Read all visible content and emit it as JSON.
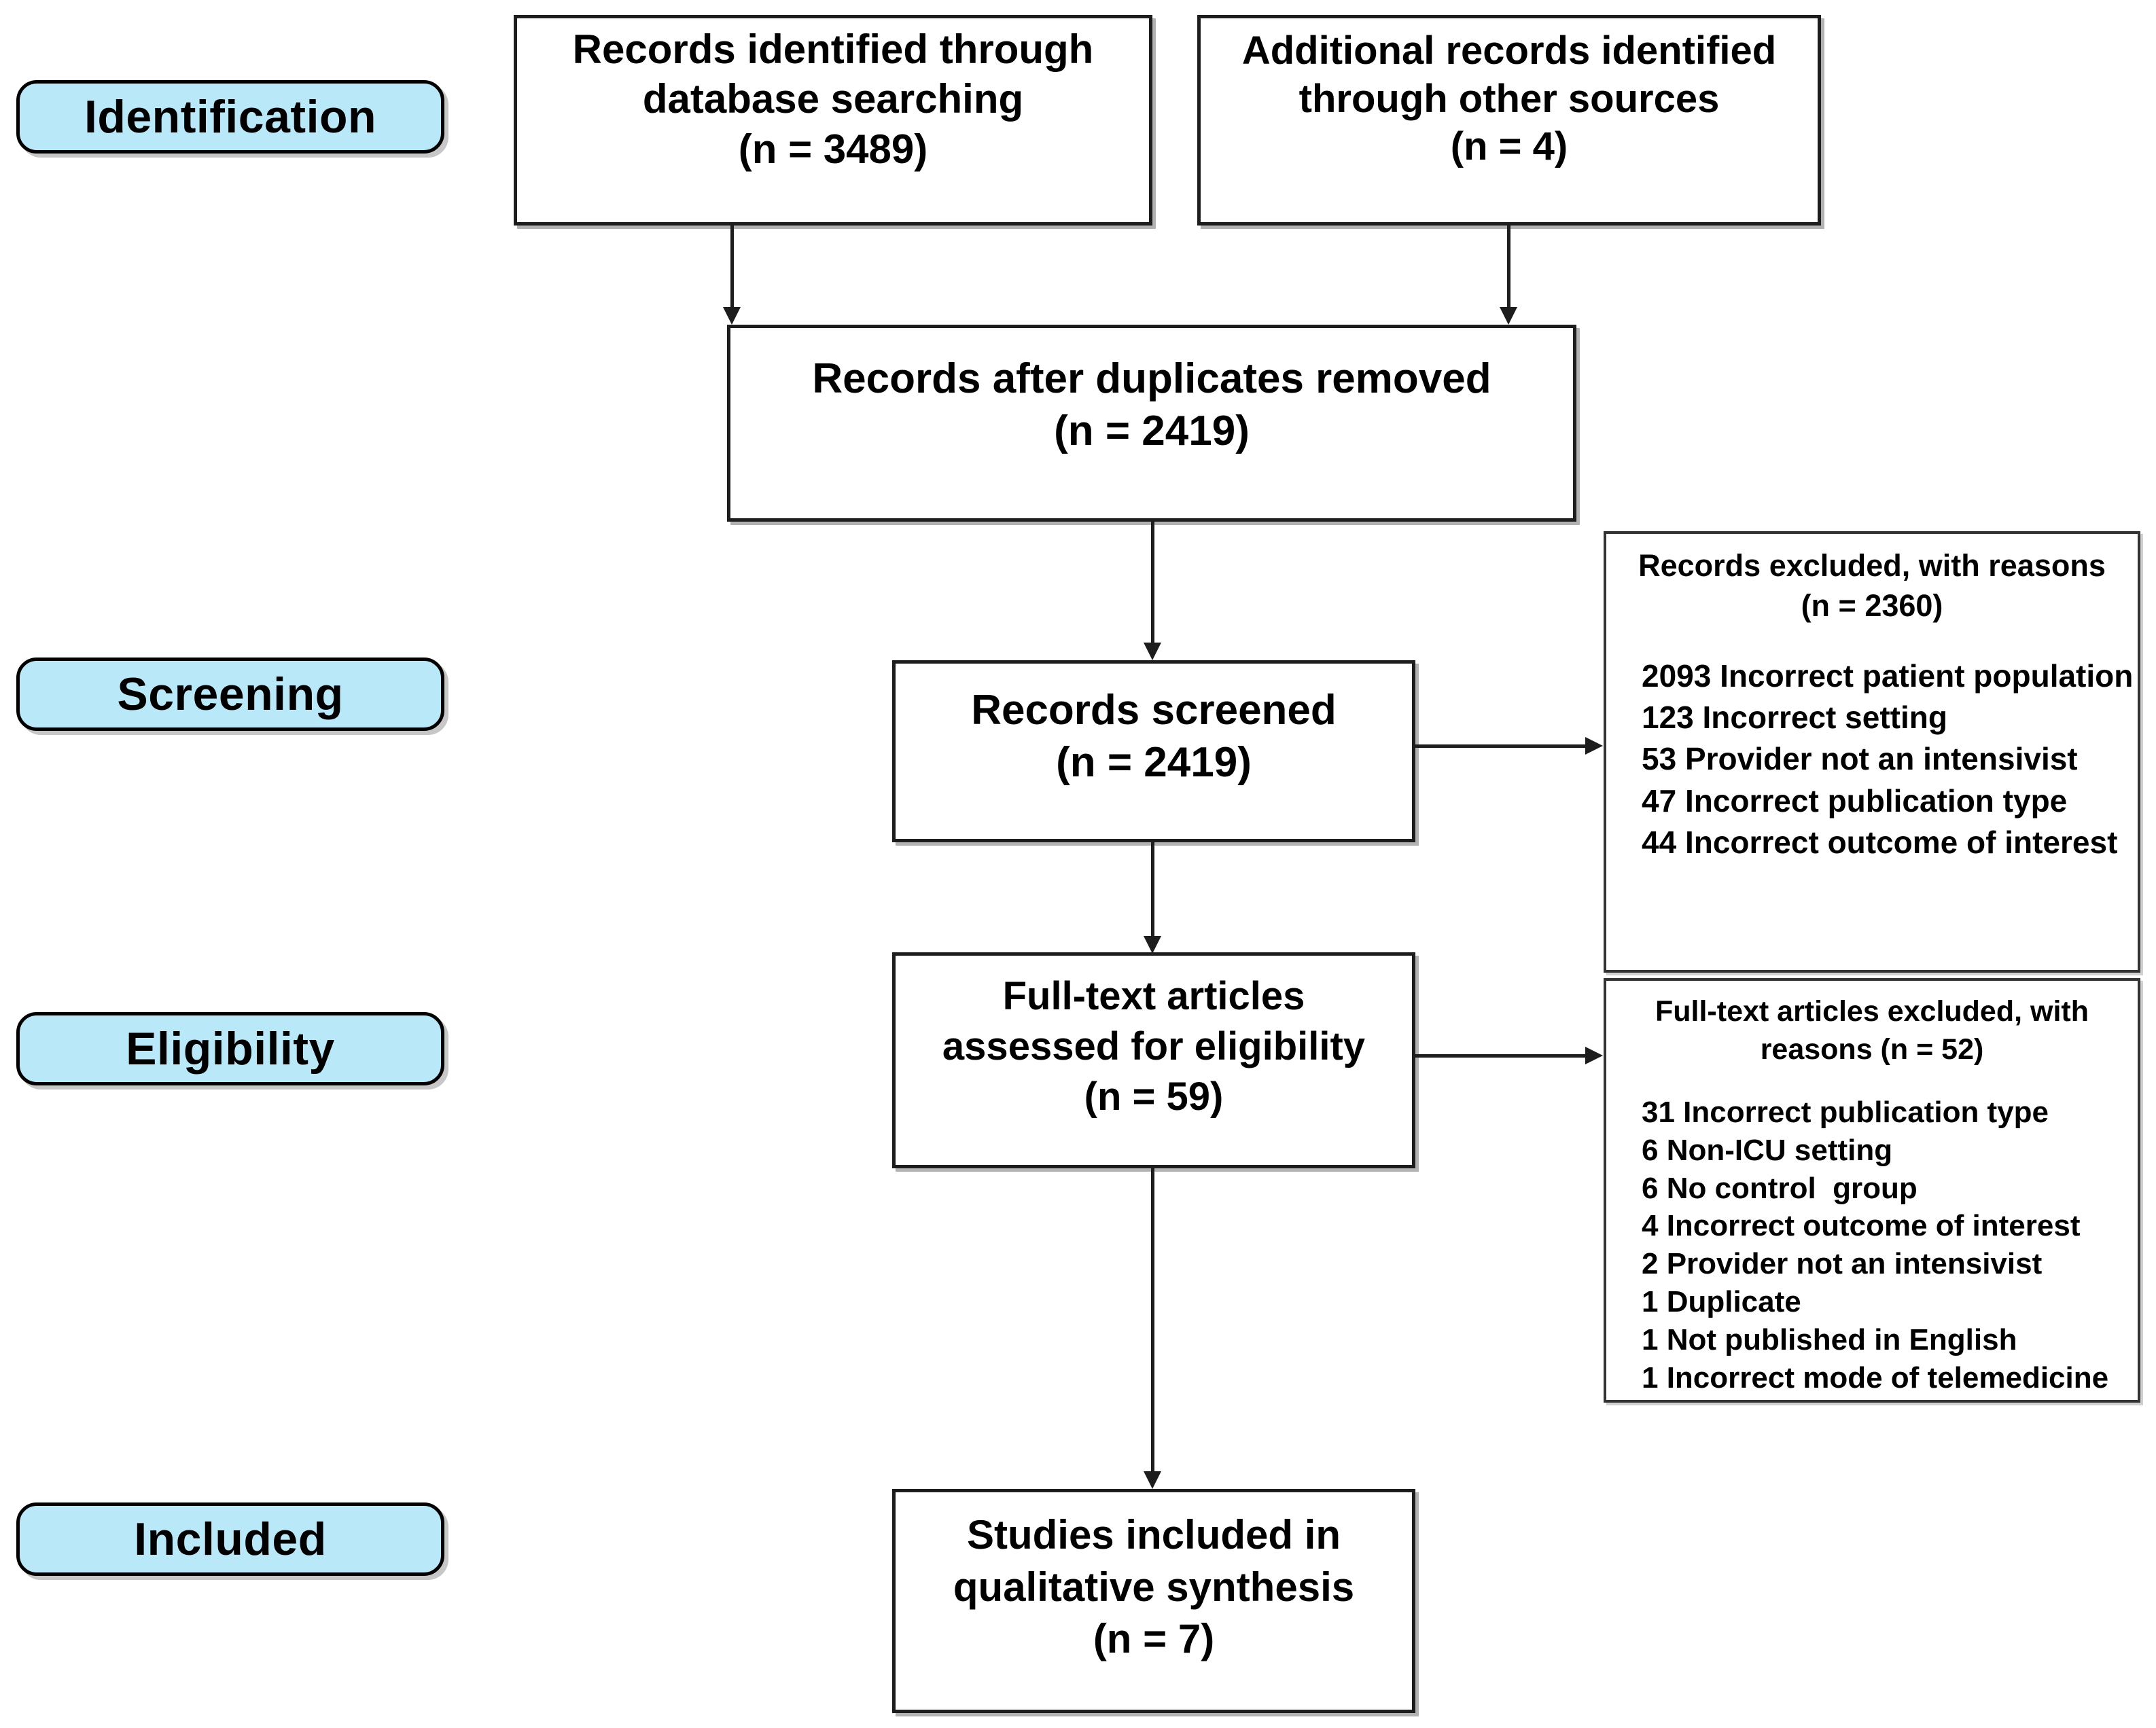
{
  "diagram": {
    "type": "prisma-flow-diagram",
    "stages": [
      {
        "id": "identification",
        "label": "Identification"
      },
      {
        "id": "screening",
        "label": "Screening"
      },
      {
        "id": "eligibility",
        "label": "Eligibility"
      },
      {
        "id": "included",
        "label": "Included"
      }
    ],
    "boxes": {
      "database_search": {
        "line1": "Records identified through",
        "line2": "database searching",
        "count": "(n = 3489)"
      },
      "other_sources": {
        "line1": "Additional records identified",
        "line2": "through other sources",
        "count": "(n = 4)"
      },
      "duplicates_removed": {
        "line1": "Records after duplicates removed",
        "count": "(n = 2419)"
      },
      "records_screened": {
        "line1": "Records screened",
        "count": "(n = 2419)"
      },
      "full_text_assessed": {
        "line1": "Full-text articles",
        "line2": "assessed for eligibility",
        "count": "(n = 59)"
      },
      "studies_included": {
        "line1": "Studies included in",
        "line2": "qualitative synthesis",
        "count": "(n = 7)"
      }
    },
    "exclusions": {
      "records_excluded": {
        "title": "Records excluded, with reasons",
        "count": "(n = 2360)",
        "reasons": [
          "2093 Incorrect patient population",
          "123 Incorrect setting",
          "53 Provider not an intensivist",
          "47 Incorrect publication type",
          "44 Incorrect outcome of interest"
        ]
      },
      "full_text_excluded": {
        "title_line1": "Full-text articles excluded, with",
        "title_line2": "reasons (n = 52)",
        "reasons": [
          "31 Incorrect publication type",
          "6 Non-ICU setting",
          "6 No control  group",
          "4 Incorrect outcome of interest",
          "2 Provider not an intensivist",
          "1 Duplicate",
          "1 Not published in English",
          "1 Incorrect mode of telemedicine"
        ]
      }
    },
    "colors": {
      "stage_fill": "#b9e8f8",
      "stroke": "#1d1d1d",
      "background": "#ffffff"
    }
  }
}
